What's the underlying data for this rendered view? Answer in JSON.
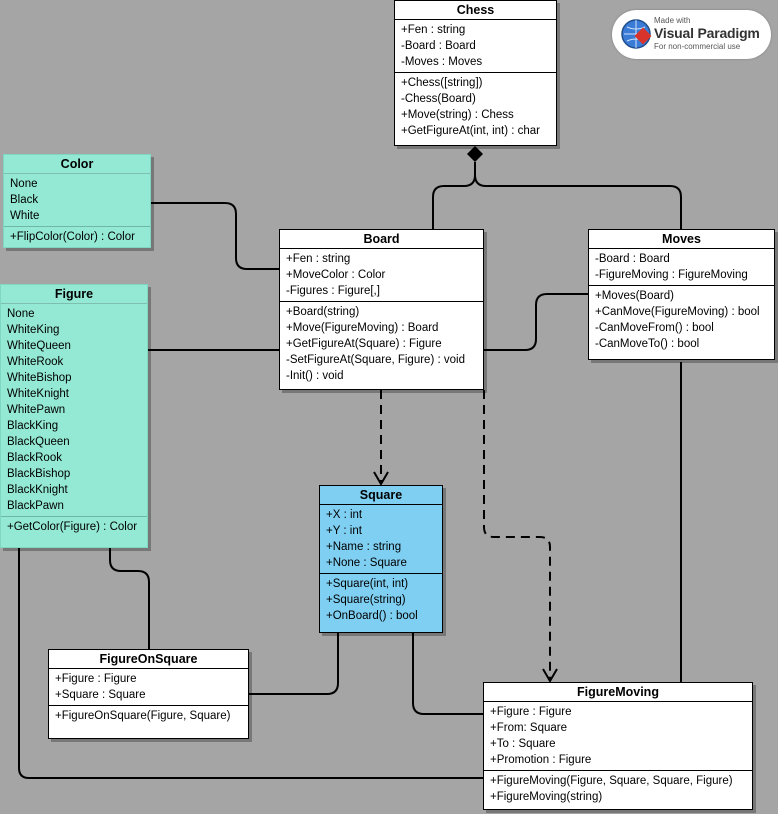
{
  "watermark": {
    "made_with": "Made with",
    "brand": "Visual Paradigm",
    "note": "For non-commercial use"
  },
  "classes": {
    "chess": {
      "name": "Chess",
      "attributes": [
        "+Fen : string",
        "-Board : Board",
        "-Moves : Moves"
      ],
      "operations": [
        "+Chess([string])",
        "-Chess(Board)",
        "+Move(string) : Chess",
        "+GetFigureAt(int, int) : char"
      ]
    },
    "color": {
      "name": "Color",
      "attributes": [
        "None",
        "Black",
        "White"
      ],
      "operations": [
        "+FlipColor(Color) : Color"
      ]
    },
    "board": {
      "name": "Board",
      "attributes": [
        "+Fen : string",
        "+MoveColor : Color",
        "-Figures : Figure[,]"
      ],
      "operations": [
        "+Board(string)",
        "+Move(FigureMoving) : Board",
        "+GetFigureAt(Square) : Figure",
        "-SetFigureAt(Square, Figure) : void",
        "-Init() : void"
      ]
    },
    "moves": {
      "name": "Moves",
      "attributes": [
        "-Board : Board",
        "-FigureMoving : FigureMoving"
      ],
      "operations": [
        "+Moves(Board)",
        "+CanMove(FigureMoving) : bool",
        "-CanMoveFrom() : bool",
        "-CanMoveTo() : bool"
      ]
    },
    "figure": {
      "name": "Figure",
      "attributes": [
        "None",
        "WhiteKing",
        "WhiteQueen",
        "WhiteRook",
        "WhiteBishop",
        "WhiteKnight",
        "WhitePawn",
        "BlackKing",
        "BlackQueen",
        "BlackRook",
        "BlackBishop",
        "BlackKnight",
        "BlackPawn"
      ],
      "operations": [
        "+GetColor(Figure) : Color"
      ]
    },
    "square": {
      "name": "Square",
      "attributes": [
        "+X : int",
        "+Y : int",
        "+Name : string",
        "+None : Square"
      ],
      "operations": [
        "+Square(int, int)",
        "+Square(string)",
        "+OnBoard() : bool"
      ]
    },
    "figure_on_square": {
      "name": "FigureOnSquare",
      "attributes": [
        "+Figure : Figure",
        "+Square : Square"
      ],
      "operations": [
        "+FigureOnSquare(Figure, Square)"
      ]
    },
    "figure_moving": {
      "name": "FigureMoving",
      "attributes": [
        "+Figure : Figure",
        "+From: Square",
        "+To : Square",
        "+Promotion : Figure"
      ],
      "operations": [
        "+FigureMoving(Figure, Square, Square, Figure)",
        "+FigureMoving(string)"
      ]
    }
  }
}
